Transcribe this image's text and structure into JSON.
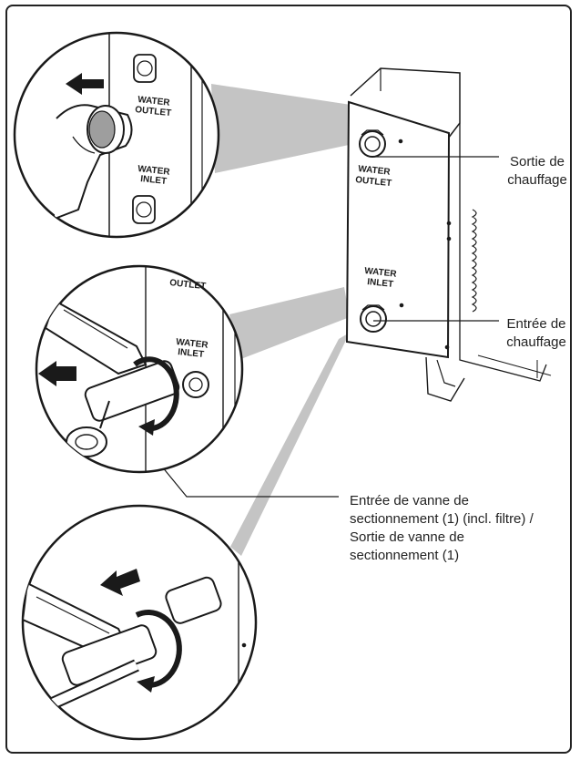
{
  "unit_labels": {
    "water_outlet_line1": "WATER",
    "water_outlet_line2": "OUTLET",
    "water_inlet_line1": "WATER",
    "water_inlet_line2": "INLET"
  },
  "callouts": {
    "heating_outlet_line1": "Sortie de",
    "heating_outlet_line2": "chauffage",
    "heating_inlet_line1": "Entrée de",
    "heating_inlet_line2": "chauffage",
    "valve_line1": "Entrée de vanne de",
    "valve_line2": "sectionnement (1) (incl. filtre) /",
    "valve_line3": "Sortie de vanne de",
    "valve_line4": "sectionnement (1)"
  },
  "colors": {
    "ink": "#1a1a1a",
    "shade": "#bdbdbd",
    "cone": "#c4c4c4"
  }
}
